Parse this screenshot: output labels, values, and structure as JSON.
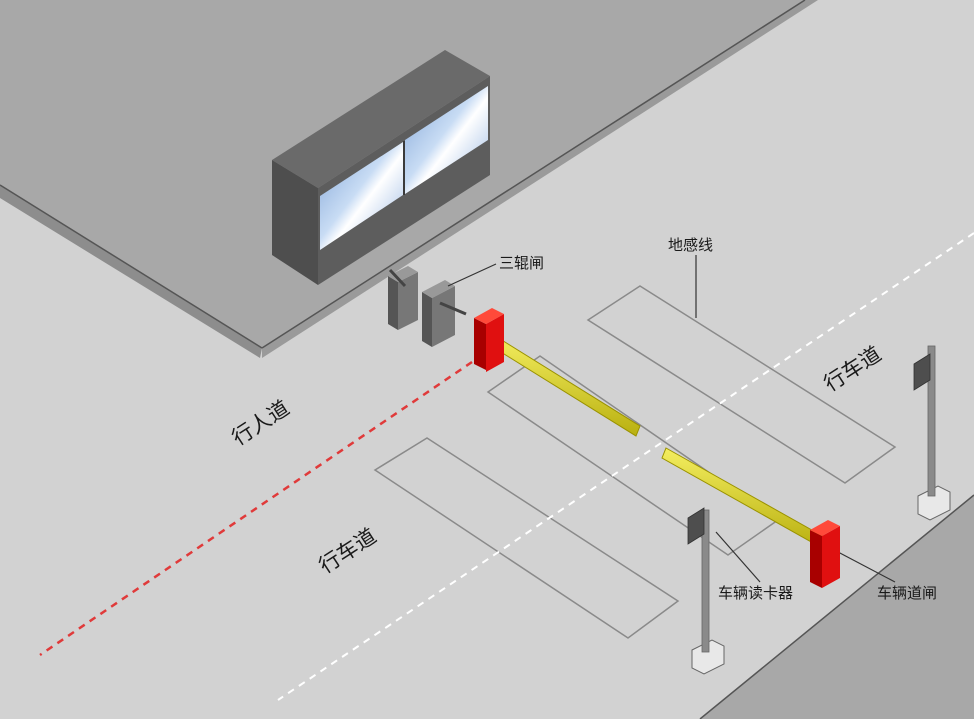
{
  "labels": {
    "tripod_turnstile": "三辊闸",
    "ground_loop": "地感线",
    "sidewalk": "行人道",
    "lane_left": "行车道",
    "lane_right": "行车道",
    "card_reader": "车辆读卡器",
    "vehicle_barrier": "车辆道闸"
  },
  "colors": {
    "ground": "#d2d2d2",
    "raised_platform": "#a8a8a8",
    "booth": "#5d5d5d",
    "booth_glass": "#a9c6e9",
    "barrier_housing": "#e01010",
    "barrier_arm": "#e8e030",
    "pedestrian_boundary": "#e03a3a",
    "lane_divider": "#ffffff"
  },
  "icons": {
    "turnstile": "tripod-turnstile-icon",
    "card_reader": "card-reader-post-icon",
    "barrier": "barrier-gate-icon"
  }
}
